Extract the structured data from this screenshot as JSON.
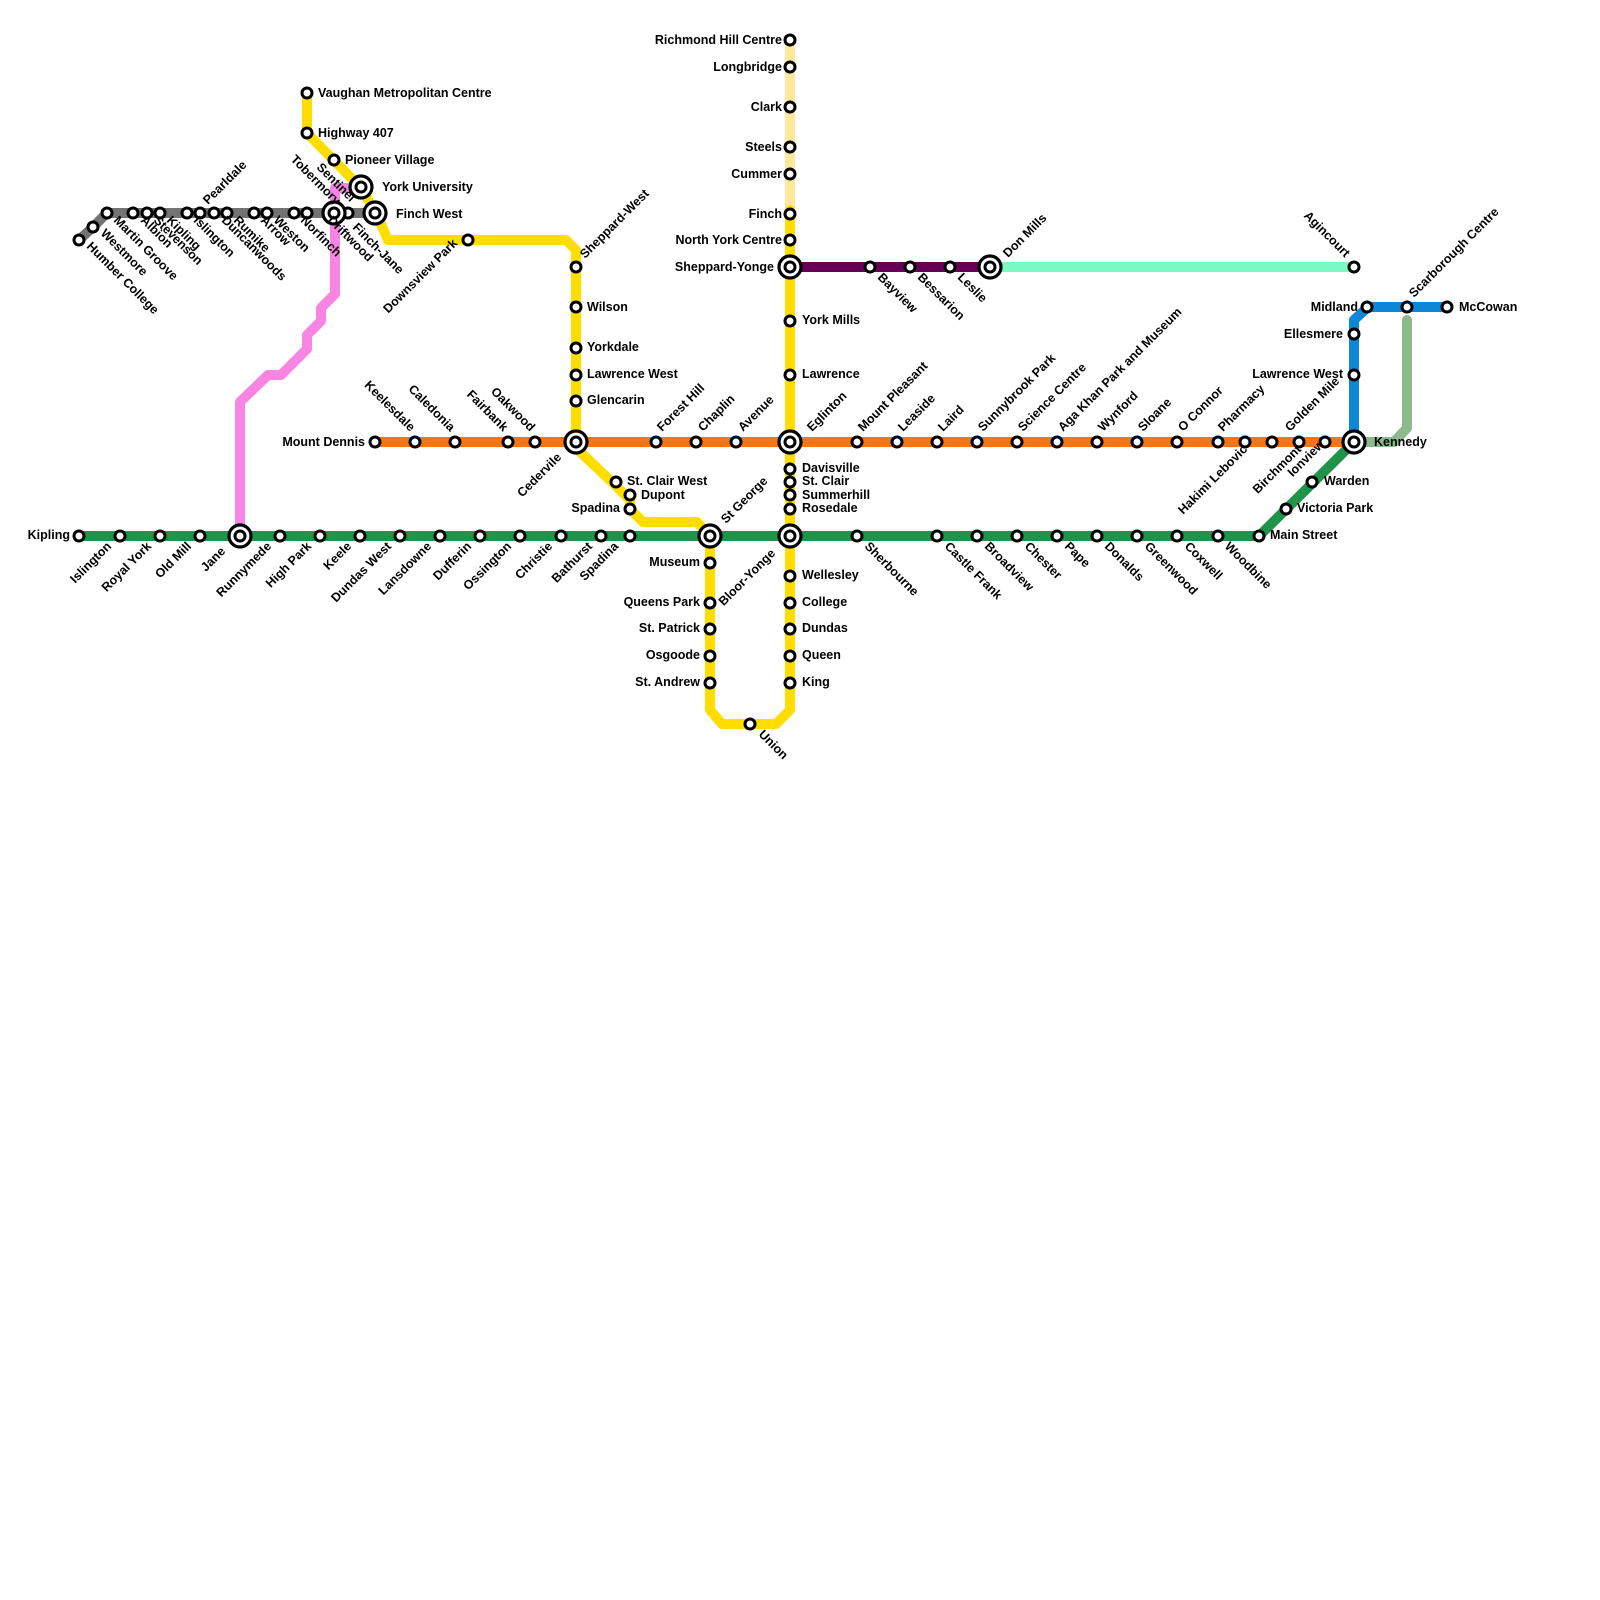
{
  "colors": {
    "line1": "#FFDD00",
    "line1_north": "#FFE79B",
    "line2": "#1F9349",
    "line3": "#0F87D8",
    "line3_ext": "#8DBA8D",
    "line4": "#660055",
    "line4_ext": "#7BF8C3",
    "line5": "#F97511",
    "line6": "#737373",
    "line_pink": "#F885E3"
  },
  "stations": {
    "vaughan": "Vaughan Metropolitan Centre",
    "hwy407": "Highway 407",
    "pioneer": "Pioneer Village",
    "york_u": "York University",
    "finch_west": "Finch West",
    "sentinel": "Sentinel",
    "tobermory": "Tobermory",
    "driftwood": "Driftwood",
    "finch_jane": "Finch-Jane",
    "downsview": "Downsview Park",
    "sheppard_west": "Sheppard-West",
    "wilson": "Wilson",
    "yorkdale": "Yorkdale",
    "lawrence_west": "Lawrence West",
    "glencairn": "Glencarin",
    "cedarvale": "Cedervile",
    "st_clair_west": "St. Clair West",
    "dupont": "Dupont",
    "spadina_l1": "Spadina",
    "st_george": "St George",
    "museum": "Museum",
    "queens_park": "Queens Park",
    "st_patrick": "St. Patrick",
    "osgoode": "Osgoode",
    "st_andrew": "St. Andrew",
    "union": "Union",
    "king": "King",
    "queen": "Queen",
    "dundas": "Dundas",
    "college": "College",
    "wellesley": "Wellesley",
    "bloor_yonge": "Bloor-Yonge",
    "rosedale": "Rosedale",
    "summerhill": "Summerhill",
    "st_clair": "St. Clair",
    "davisville": "Davisville",
    "eglinton": "Eglinton",
    "lawrence": "Lawrence",
    "york_mills": "York Mills",
    "sheppard_yonge": "Sheppard-Yonge",
    "north_york_centre": "North York Centre",
    "finch": "Finch",
    "cummer": "Cummer",
    "steels": "Steels",
    "clark": "Clark",
    "longbridge": "Longbridge",
    "richmond_hill": "Richmond Hill Centre",
    "bayview": "Bayview",
    "bessarion": "Bessarion",
    "leslie": "Leslie",
    "don_mills": "Don Mills",
    "agincourt": "Agincourt",
    "midland": "Midland",
    "ellesmere": "Ellesmere",
    "lawrence_east": "Lawrence West",
    "scarborough_centre": "Scarborough Centre",
    "mccowan": "McCowan",
    "kennedy": "Kennedy",
    "warden": "Warden",
    "victoria_park": "Victoria Park",
    "main_street": "Main Street",
    "kipling_l2": "Kipling",
    "islington_l2": "Islington",
    "royal_york": "Royal York",
    "old_mill": "Old Mill",
    "jane": "Jane",
    "runnymede": "Runnymede",
    "high_park": "High Park",
    "keele": "Keele",
    "dundas_west": "Dundas West",
    "lansdowne": "Lansdowne",
    "dufferin": "Dufferin",
    "ossington": "Ossington",
    "christie": "Christie",
    "bathurst": "Bathurst",
    "spadina_l2": "Spadina",
    "sherbourne": "Sherbourne",
    "castle_frank": "Castle Frank",
    "broadview": "Broadview",
    "chester": "Chester",
    "pape": "Pape",
    "donlands": "Donalds",
    "greenwood": "Greenwood",
    "coxwell": "Coxwell",
    "woodbine": "Woodbine",
    "mount_dennis": "Mount Dennis",
    "keelesdale": "Keelesdale",
    "caledonia": "Caledonia",
    "fairbank": "Fairbank",
    "oakwood": "Oakwood",
    "forest_hill": "Forest Hill",
    "chaplin": "Chaplin",
    "avenue": "Avenue",
    "mount_pleasant": "Mount Pleasant",
    "leaside": "Leaside",
    "laird": "Laird",
    "sunnybrook": "Sunnybrook Park",
    "science_centre": "Science Centre",
    "aga_khan": "Aga Khan Park and Museum",
    "wynford": "Wynford",
    "sloane": "Sloane",
    "oconnor": "O Connor",
    "pharmacy": "Pharmacy",
    "hakimi": "Hakimi Lebovic",
    "golden_mile": "Golden Mile",
    "birchmount": "Birchmont",
    "ionview": "Ionview",
    "humber_college": "Humber College",
    "westmore": "Westmore",
    "martin_grove": "Martin Groove",
    "albion": "Albion",
    "stevenson": "Stevenson",
    "kipling_l6": "Kipling",
    "islington_l6": "Islington",
    "pearldale": "Pearldale",
    "duncanwoods": "Duncanwoods",
    "rumike": "Rumike",
    "arrow": "Arrow",
    "weston": "Weston",
    "norfinch": "Norfinch"
  }
}
